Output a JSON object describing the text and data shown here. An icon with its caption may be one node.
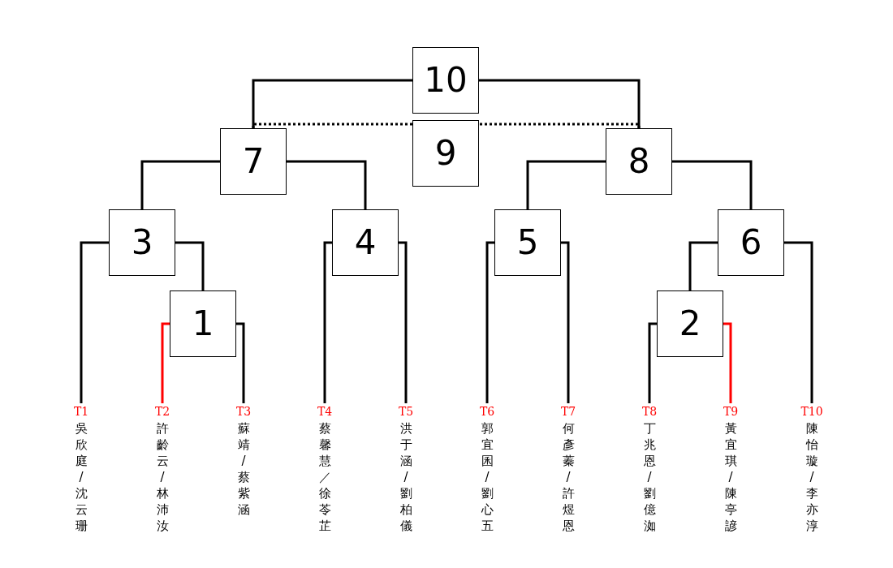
{
  "diagram": {
    "nodes": [
      {
        "text": [
          "10"
        ]
      },
      {
        "text": [
          "7"
        ]
      },
      {
        "text": [
          "9"
        ]
      },
      {
        "text": [
          "8"
        ]
      },
      {
        "text": [
          "3"
        ]
      },
      {
        "text": [
          "4"
        ]
      },
      {
        "text": [
          "5"
        ]
      },
      {
        "text": [
          "6"
        ]
      },
      {
        "text": [
          "1"
        ]
      },
      {
        "text": [
          "2"
        ]
      },
      {
        "text": [
          "T1",
          "吳欣庭/沈云珊"
        ]
      },
      {
        "text": [
          "T2",
          "許齡云/林沛汝"
        ]
      },
      {
        "text": [
          "T3",
          "蘇靖/蔡紫涵"
        ]
      },
      {
        "text": [
          "T4",
          "蔡馨慧／徐苓芷"
        ]
      },
      {
        "text": [
          "T5",
          "洪于涵/劉柏儀"
        ]
      },
      {
        "text": [
          "T6",
          "郭宜囷/劉心五"
        ]
      },
      {
        "text": [
          "T7",
          "何彥蓁/許煜恩"
        ]
      },
      {
        "text": [
          "T8",
          "丁兆恩/劉億洳"
        ]
      },
      {
        "text": [
          "T9",
          "黃宜琪/陳亭諺"
        ]
      },
      {
        "text": [
          "T10",
          "陳怡璇/李亦淳"
        ]
      }
    ],
    "edges": [
      {
        "from": 11,
        "to": 8,
        "arrow": "none",
        "color": "#ff0000"
      },
      {
        "from": 12,
        "to": 8,
        "arrow": "none"
      },
      {
        "from": 10,
        "to": 4,
        "arrow": "none"
      },
      {
        "from": 8,
        "to": 4,
        "arrow": "none"
      },
      {
        "from": 13,
        "to": 5,
        "arrow": "none"
      },
      {
        "from": 14,
        "to": 5,
        "arrow": "none"
      },
      {
        "from": 15,
        "to": 6,
        "arrow": "none"
      },
      {
        "from": 16,
        "to": 6,
        "arrow": "none"
      },
      {
        "from": 17,
        "to": 9,
        "arrow": "none"
      },
      {
        "from": 18,
        "to": 9,
        "arrow": "none",
        "color": "#ff0000"
      },
      {
        "from": 9,
        "to": 7,
        "arrow": "none"
      },
      {
        "from": 19,
        "to": 7,
        "arrow": "none"
      },
      {
        "from": 4,
        "to": 1,
        "arrow": "none"
      },
      {
        "from": 5,
        "to": 1,
        "arrow": "none"
      },
      {
        "from": 6,
        "to": 3,
        "arrow": "none"
      },
      {
        "from": 7,
        "to": 3,
        "arrow": "none"
      },
      {
        "from": 1,
        "to": 0,
        "arrow": "none"
      },
      {
        "from": 3,
        "to": 0,
        "arrow": "none"
      },
      {
        "from": 1,
        "to": 2,
        "arrow": "none",
        "style": "dashed"
      },
      {
        "from": 3,
        "to": 2,
        "arrow": "none",
        "style": "dashed"
      }
    ]
  }
}
